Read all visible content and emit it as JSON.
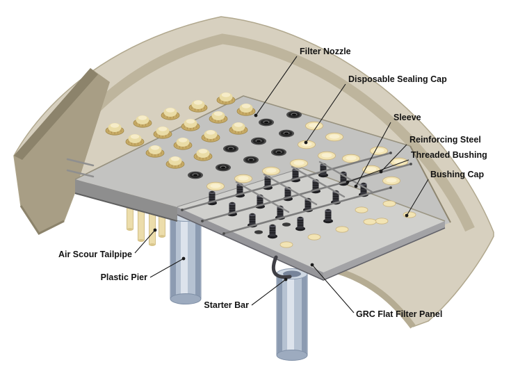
{
  "diagram": {
    "labels": {
      "filter_nozzle": "Filter Nozzle",
      "disposable_sealing_cap": "Disposable Sealing Cap",
      "sleeve": "Sleeve",
      "reinforcing_steel": "Reinforcing Steel",
      "threaded_bushing": "Threaded Bushing",
      "bushing_cap": "Bushing Cap",
      "air_scour_tailpipe": "Air Scour Tailpipe",
      "plastic_pier": "Plastic Pier",
      "starter_bar": "Starter Bar",
      "grc_flat_filter_panel": "GRC Flat Filter Panel"
    },
    "colors": {
      "wall_face": "#d7d0bf",
      "wall_shadow_band": "#beb59d",
      "wall_cut_face": "#a89e85",
      "slab_top": "#c3c3c1",
      "slab_edge": "#8e8e8e",
      "panel_top": "#d0d0cd",
      "nozzle_cap_tan": "#eadca6",
      "sealing_cap_cream": "#f2e4b4",
      "socket_dark": "#242424",
      "pier_blue": "#b6c2d2",
      "leader": "#1a1a1a"
    }
  }
}
